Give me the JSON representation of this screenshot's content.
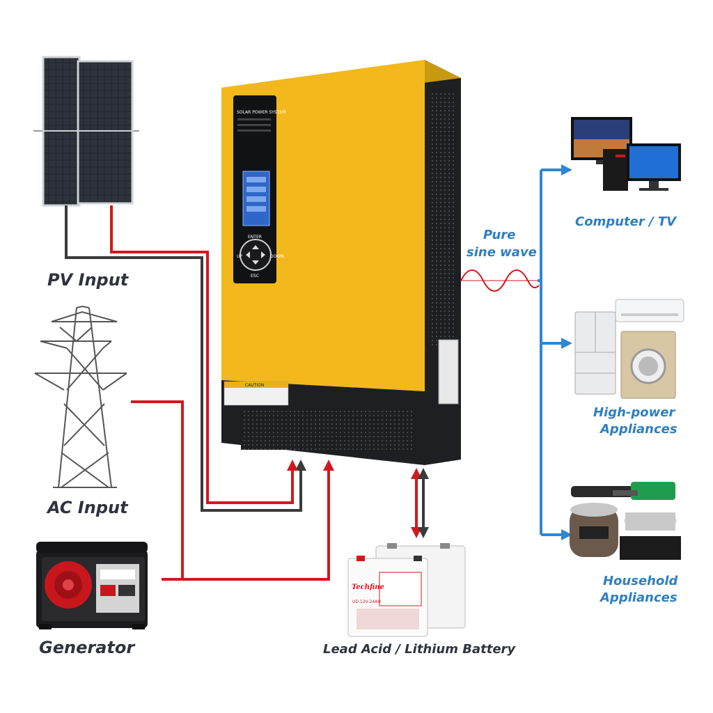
{
  "sources": {
    "pv": "PV Input",
    "ac": "AC Input",
    "generator": "Generator"
  },
  "battery": {
    "label": "Lead Acid / Lithium Battery",
    "brand": "Techfine",
    "model": "UD 12V-24AH"
  },
  "inverter": {
    "panel_title": "SOLAR POWER SYSTEM",
    "caution": "CAUTION",
    "buttons": {
      "enter": "ENTER",
      "up": "UP",
      "down": "DOWN",
      "esc": "ESC"
    }
  },
  "output": {
    "wave_line1": "Pure",
    "wave_line2": "sine wave"
  },
  "loads": {
    "computer": "Computer / TV",
    "high_power_1": "High-power",
    "high_power_2": "Appliances",
    "household_1": "Household",
    "household_2": "Appliances"
  },
  "colors": {
    "inverter_yellow": "#f2b81c",
    "inverter_black": "#1e1f22",
    "wire_red": "#d0191f",
    "wire_black": "#3a3a3a",
    "output_blue": "#2e86d4",
    "label_blue": "#2e7fc0",
    "label_dark": "#2f3340"
  }
}
